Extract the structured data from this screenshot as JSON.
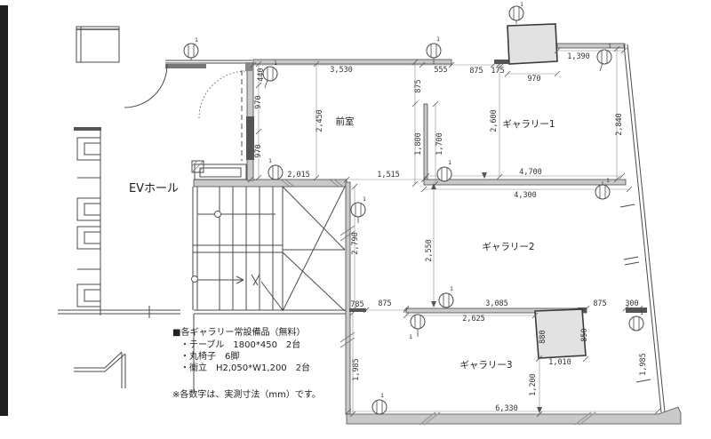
{
  "plan": {
    "rooms": {
      "ev_hall": "EVホール",
      "anteroom": "前室",
      "gallery1": "ギャラリー1",
      "gallery2": "ギャラリー2",
      "gallery3": "ギャラリー3"
    },
    "marker_label": "1",
    "dims": [
      "3,530",
      "555",
      "875",
      "175",
      "970",
      "1,390",
      "2,600",
      "2,840",
      "440",
      "970",
      "970",
      "2,450",
      "875",
      "1,800",
      "1,700",
      "2,015",
      "1,515",
      "4,700",
      "4,300",
      "2,790",
      "2,550",
      "785",
      "875",
      "3,085",
      "2,625",
      "875",
      "300",
      "880",
      "850",
      "1,010",
      "1,200",
      "1,985",
      "1,985",
      "6,330"
    ],
    "notes": {
      "title": "■各ギャラリー常設備品（無料）",
      "items": [
        "・テーブル　1800*450　2台",
        "・丸椅子　6脚",
        "・衝立　H2,050*W1,200　2台"
      ],
      "footer": "※各数字は、実測寸法（mm）です。"
    },
    "colors": {
      "line": "#4a4a4a",
      "wall_fill": "#c9c9c9",
      "dark_fill": "#555555",
      "background": "#ffffff",
      "edge_strip": "#1f1f1f"
    }
  }
}
